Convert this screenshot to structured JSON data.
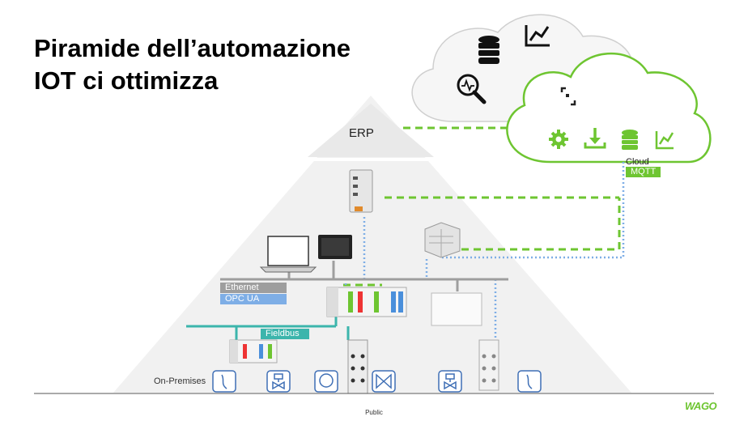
{
  "title": {
    "line1": "Piramide dell’automazione",
    "line2": "IOT ci ottimizza"
  },
  "labels": {
    "erp": "ERP",
    "cloud": "Cloud",
    "mqtt": "MQTT",
    "ethernet": "Ethernet",
    "opc_ua": "OPC UA",
    "fieldbus": "Fieldbus",
    "on_premises": "On-Premises"
  },
  "footer": {
    "classification": "Public",
    "brand": "WAGO"
  },
  "colors": {
    "accent_green": "#6ec531",
    "ethernet_gray": "#9e9e9e",
    "opcua_blue": "#7eaee6",
    "fieldbus_teal": "#3cb5ac",
    "pyramid_gray": "#eeeeee"
  },
  "icons": {
    "gray_cloud": [
      "database-icon",
      "trend-chart-icon",
      "analytics-search-icon"
    ],
    "green_cloud": [
      "focus-frame-icon",
      "gear-icon",
      "download-icon",
      "database-icon",
      "trend-chart-icon"
    ],
    "field_devices": [
      "sensor-icon",
      "valve-icon",
      "gauge-icon",
      "butterfly-valve-icon",
      "valve-icon",
      "sensor-icon"
    ]
  }
}
